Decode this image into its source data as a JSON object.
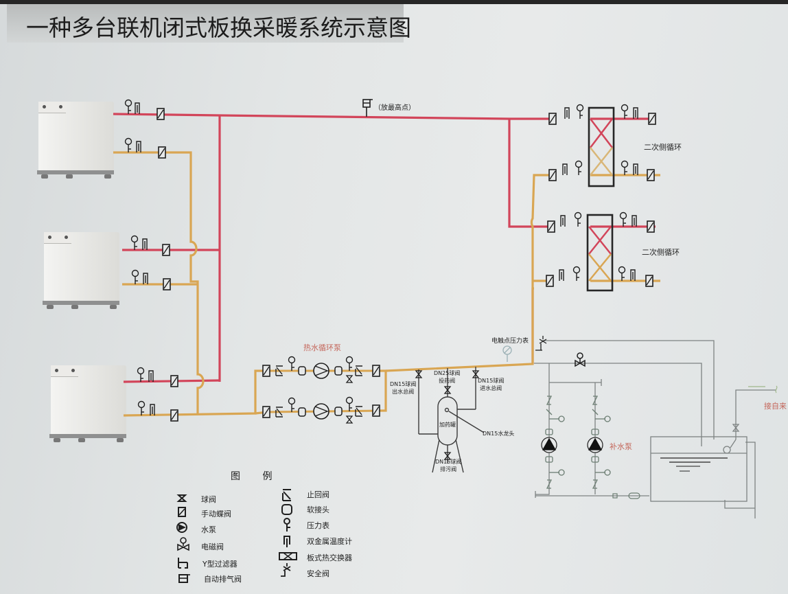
{
  "title": "一种多台联机闭式板换采暖系统示意图",
  "annotations": {
    "air_vent_note": "（放最高点）",
    "secondary_loop_1": "二次侧循环",
    "secondary_loop_2": "二次侧循环",
    "circulation_pump": "热水循环泵",
    "contact_pressure_gauge": "电触点压力表",
    "outlet_valve": "DN15球阀\n出水总阀",
    "dosing_valve": "DN25球阀\n投药阀",
    "inlet_valve": "DN15球阀\n进水总阀",
    "dosing_tank": "加药罐",
    "faucet": "DN15水龙头",
    "drain_valve": "DN15球阀\n排污阀",
    "makeup_pump": "补水泵",
    "city_water": "接自来"
  },
  "components": {
    "boilers": 3,
    "plate_heat_exchangers": 2,
    "circulation_pumps": 2,
    "makeup_pumps": 2
  },
  "colors": {
    "supply_pipe": "#d2455a",
    "return_pipe": "#d9a653",
    "thin_pipe": "#7d8282",
    "symbol": "#1e1e1e",
    "red_label": "#c4665a"
  },
  "legend": {
    "title": "图 例",
    "items_left": [
      {
        "icon": "ball-valve-icon",
        "label": "球阀"
      },
      {
        "icon": "butterfly-valve-icon",
        "label": "手动蝶阀"
      },
      {
        "icon": "water-pump-icon",
        "label": "水泵"
      },
      {
        "icon": "solenoid-valve-icon",
        "label": "电磁阀"
      },
      {
        "icon": "y-strainer-icon",
        "label": "Y型过滤器"
      },
      {
        "icon": "air-vent-icon",
        "label": "自动排气阀"
      }
    ],
    "items_right": [
      {
        "icon": "check-valve-icon",
        "label": "止回阀"
      },
      {
        "icon": "flexible-joint-icon",
        "label": "软接头"
      },
      {
        "icon": "pressure-gauge-icon",
        "label": "压力表"
      },
      {
        "icon": "bimetal-thermometer-icon",
        "label": "双金属温度计"
      },
      {
        "icon": "plate-heat-exchanger-icon",
        "label": "板式热交换器"
      },
      {
        "icon": "safety-valve-icon",
        "label": "安全阀"
      }
    ]
  }
}
